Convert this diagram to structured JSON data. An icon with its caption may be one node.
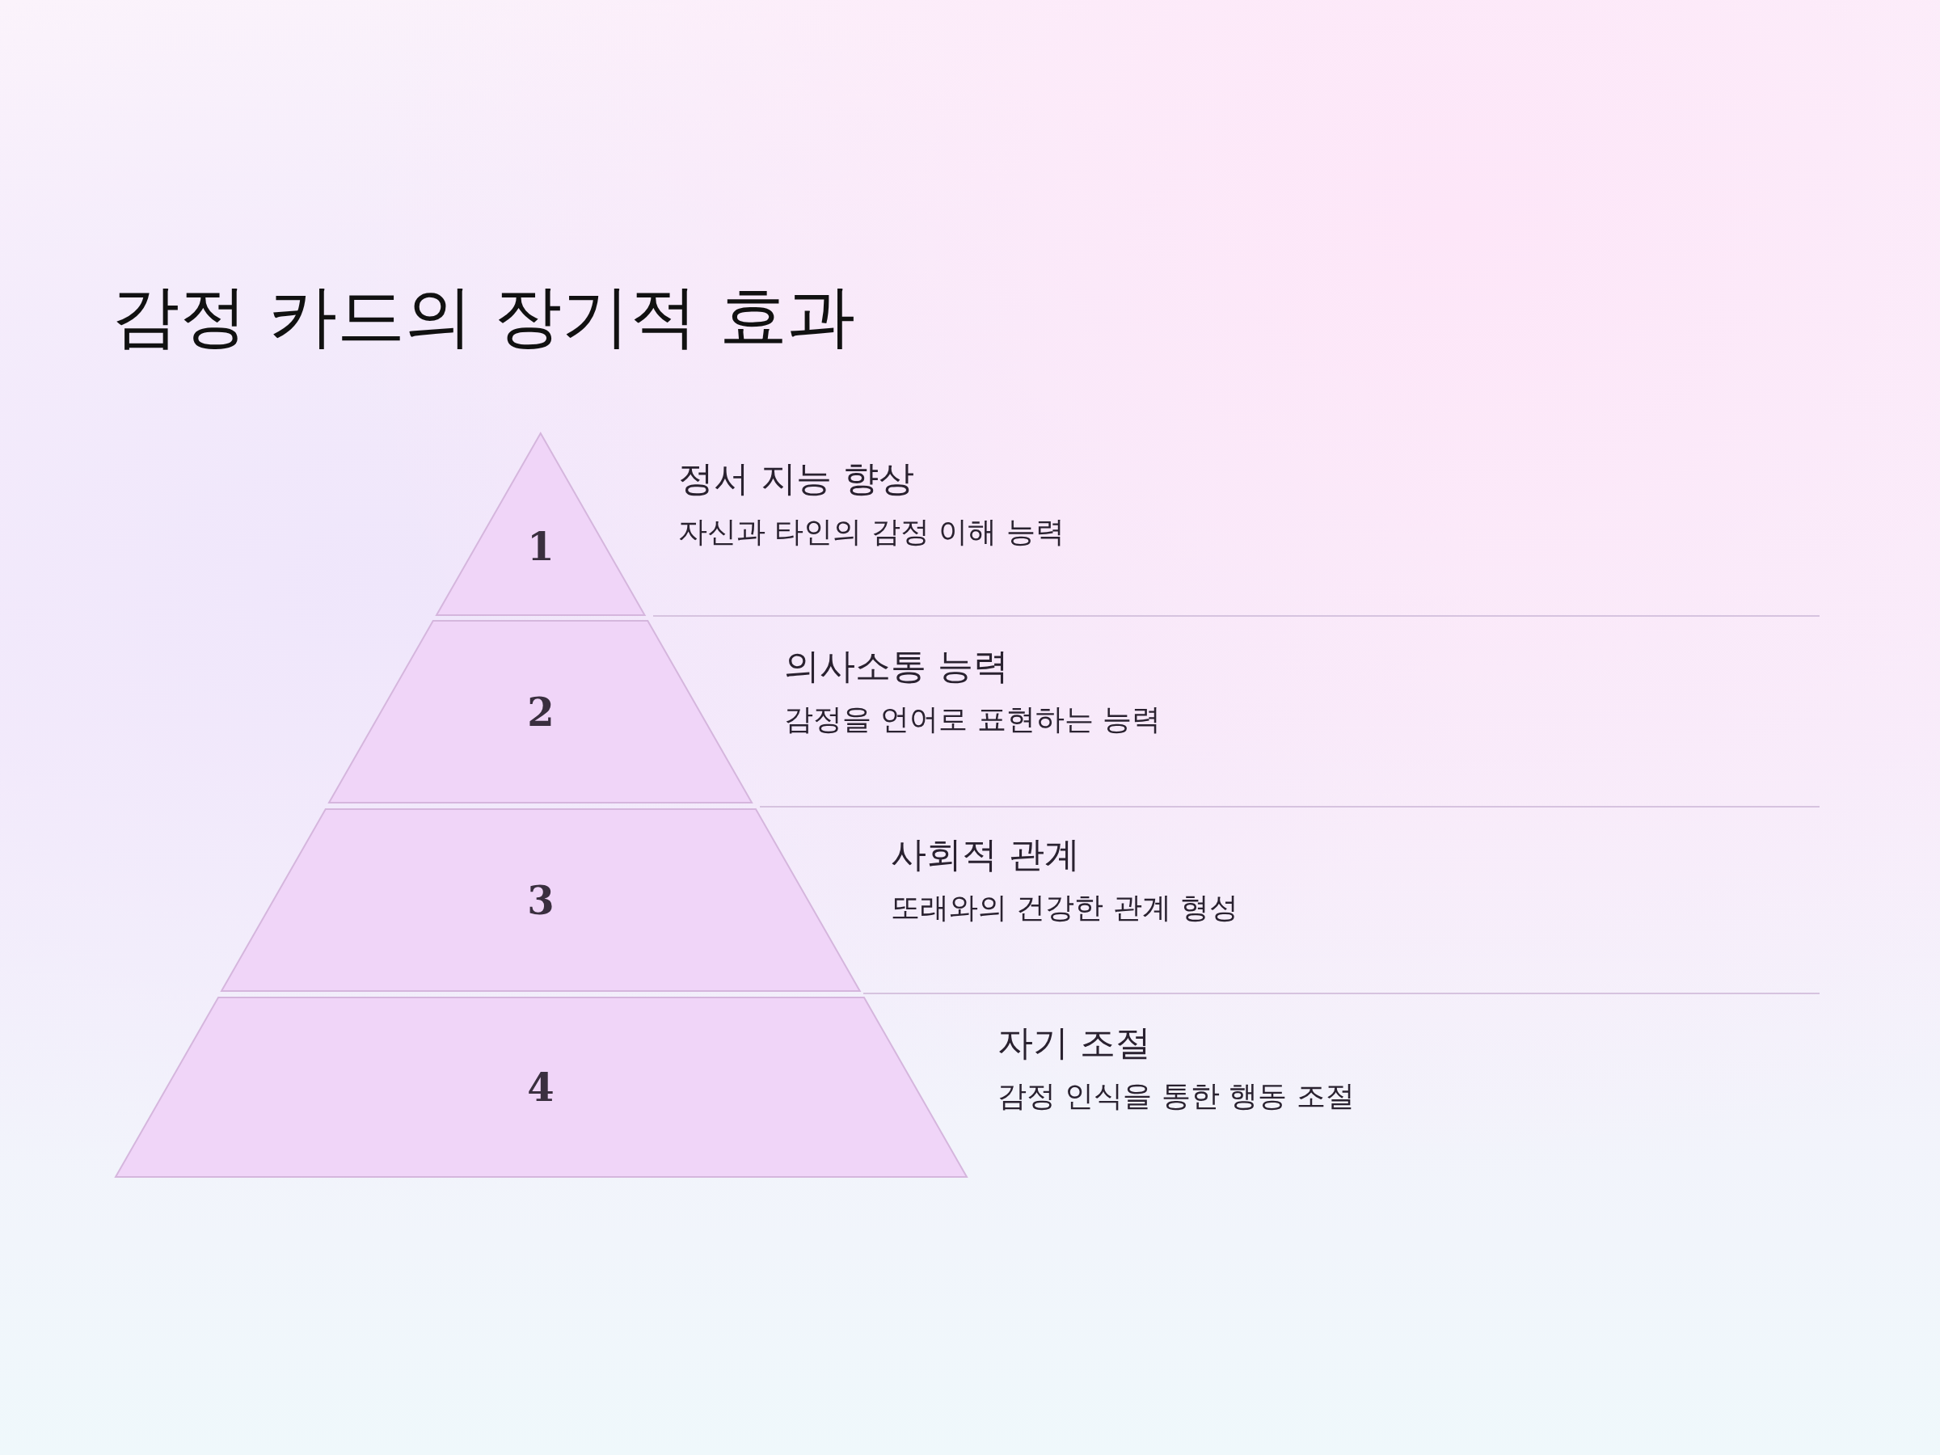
{
  "diagram": {
    "title": "감정 카드의 장기적 효과",
    "nodes": [
      {
        "text": [
          "1"
        ],
        "beside": [
          "정서 지능 향상",
          "자신과 타인의 감정 이해 능력"
        ]
      },
      {
        "text": [
          "2"
        ],
        "beside": [
          "의사소통 능력",
          "감정을 언어로 표현하는 능력"
        ]
      },
      {
        "text": [
          "3"
        ],
        "beside": [
          "사회적 관계",
          "또래와의 건강한 관계 형성"
        ]
      },
      {
        "text": [
          "4"
        ],
        "beside": [
          "자기 조절",
          "감정 인식을 통한 행동 조절"
        ]
      }
    ]
  }
}
